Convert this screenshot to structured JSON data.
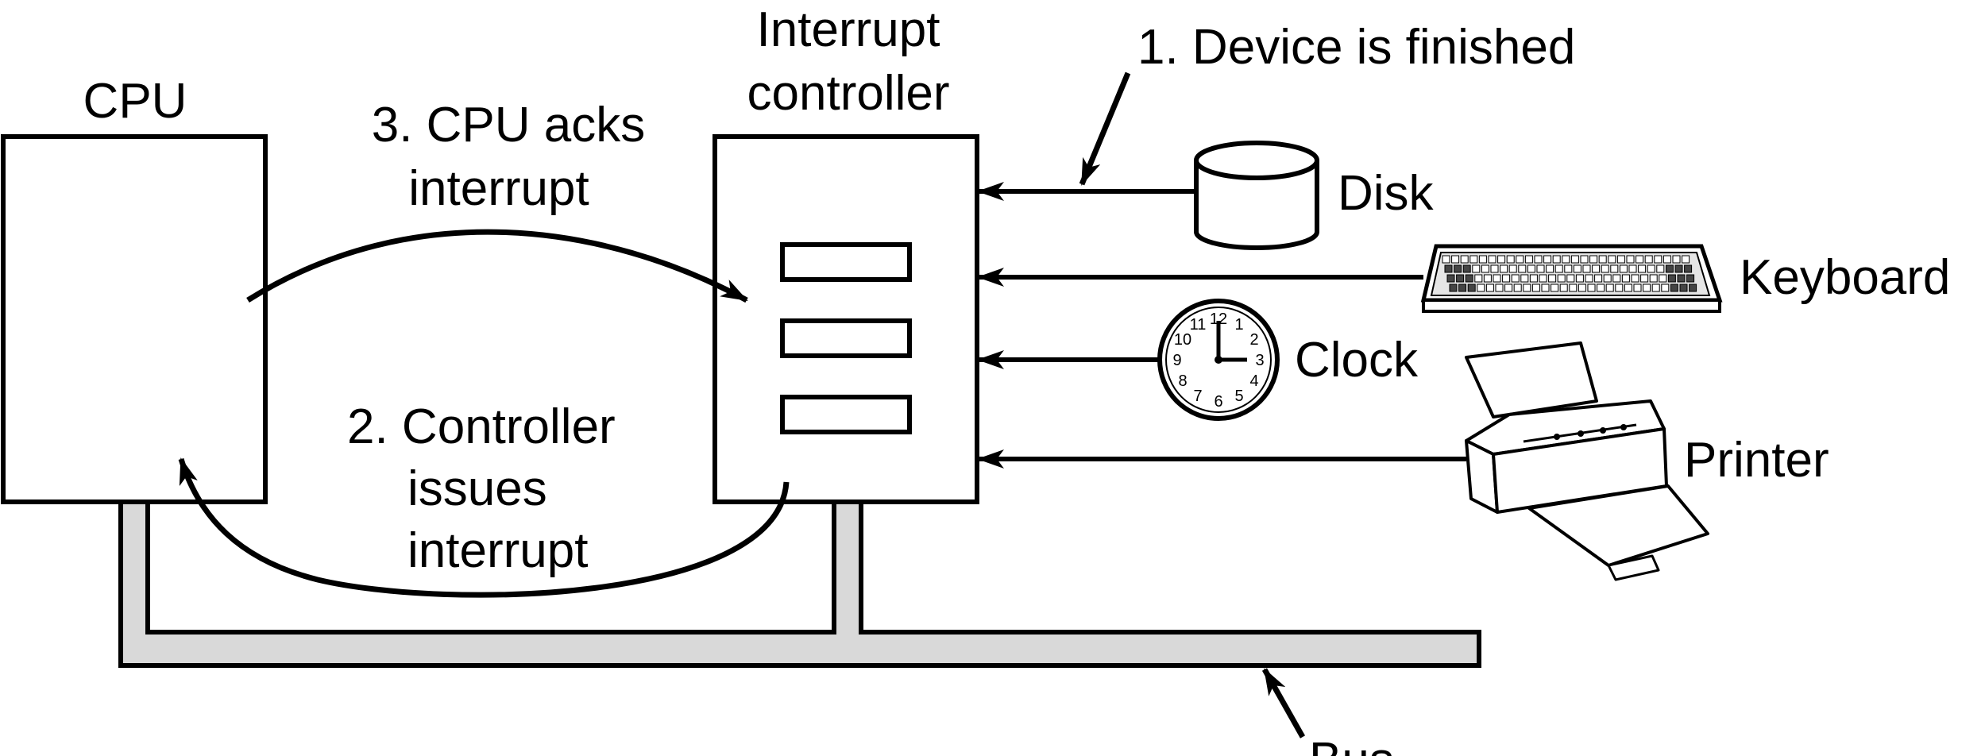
{
  "labels": {
    "cpu": "CPU",
    "interrupt_controller_line1": "Interrupt",
    "interrupt_controller_line2": "controller",
    "step1": "1. Device is finished",
    "step2_line1": "2. Controller",
    "step2_line2": "issues",
    "step2_line3": "interrupt",
    "step3_line1": "3. CPU acks",
    "step3_line2": "interrupt",
    "disk": "Disk",
    "keyboard": "Keyboard",
    "clock": "Clock",
    "printer": "Printer",
    "bus": "Bus"
  },
  "clock_face": [
    "12",
    "1",
    "2",
    "3",
    "4",
    "5",
    "6",
    "7",
    "8",
    "9",
    "10",
    "11"
  ],
  "colors": {
    "ink": "#000000",
    "bus_fill": "#d9d9d9",
    "paper": "#ffffff"
  }
}
